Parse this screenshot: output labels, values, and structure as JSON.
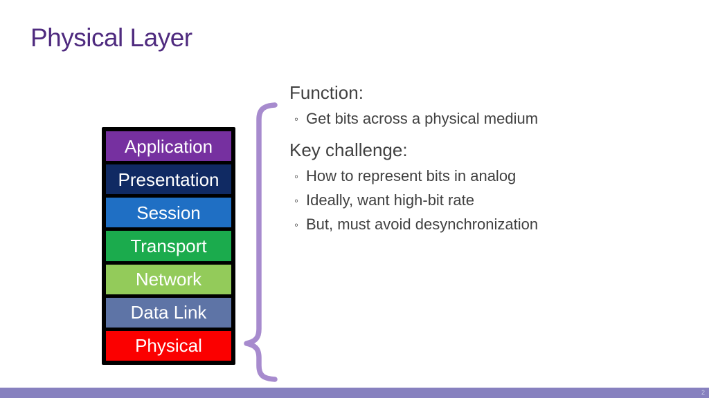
{
  "slide": {
    "title": "Physical Layer",
    "page_number": "2"
  },
  "stack": {
    "layers": [
      {
        "label": "Application",
        "color": "#7630A0"
      },
      {
        "label": "Presentation",
        "color": "#102A63"
      },
      {
        "label": "Session",
        "color": "#1F6FC4"
      },
      {
        "label": "Transport",
        "color": "#1BAB4D"
      },
      {
        "label": "Network",
        "color": "#93CB5A"
      },
      {
        "label": "Data Link",
        "color": "#5E74A6"
      },
      {
        "label": "Physical",
        "color": "#FB0000"
      }
    ]
  },
  "content": {
    "bullet_char": "◦",
    "sections": [
      {
        "heading": "Function:",
        "bullets": [
          "Get bits across a physical medium"
        ]
      },
      {
        "heading": "Key challenge:",
        "bullets": [
          "How to represent bits in analog",
          "Ideally, want high-bit rate",
          "But, must avoid desynchronization"
        ]
      }
    ]
  },
  "colors": {
    "title_text": "#4F2B7F",
    "body_text": "#404040",
    "brace": "#A78BCE",
    "footer_bar": "#8781BF",
    "page_number_text": "#CBD0E8"
  }
}
